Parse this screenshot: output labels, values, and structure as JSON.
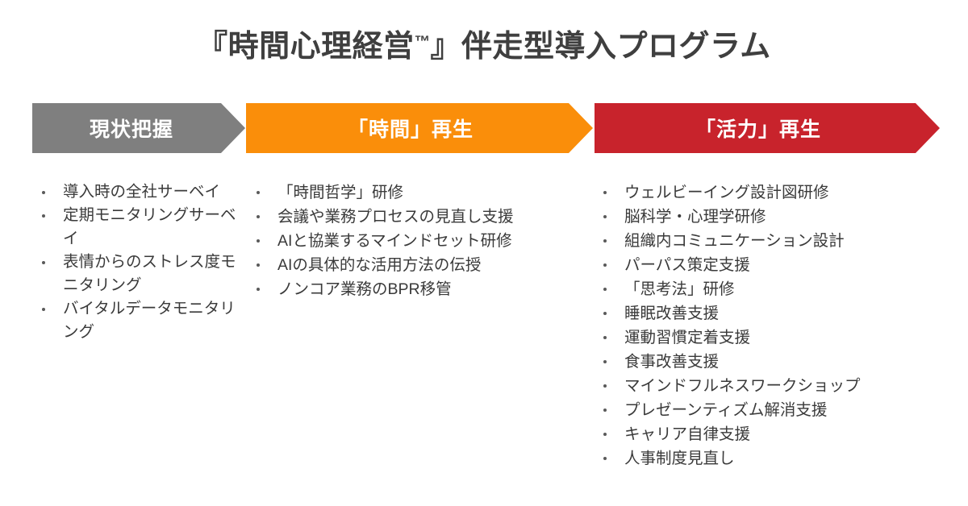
{
  "title": {
    "prefix": "『時間心理経営",
    "tm": "™",
    "suffix": "』伴走型導入プログラム",
    "full": "『時間心理経営™』伴走型導入プログラム"
  },
  "colors": {
    "phase1": "#7f7f7f",
    "phase2": "#fa8e0a",
    "phase3": "#c8232c",
    "text": "#3a3a3a",
    "title_text": "#3f3f3f",
    "background": "#ffffff"
  },
  "phases": [
    {
      "id": "phase-1",
      "label": "現状把握",
      "color": "#7f7f7f",
      "items": [
        "導入時の全社サーベイ",
        "定期モニタリングサーベイ",
        "表情からのストレス度モニタリング",
        "バイタルデータモニタリング"
      ]
    },
    {
      "id": "phase-2",
      "label": "「時間」再生",
      "color": "#fa8e0a",
      "items": [
        "「時間哲学」研修",
        "会議や業務プロセスの見直し支援",
        "AIと協業するマインドセット研修",
        "AIの具体的な活用方法の伝授",
        "ノンコア業務のBPR移管"
      ]
    },
    {
      "id": "phase-3",
      "label": "「活力」再生",
      "color": "#c8232c",
      "items": [
        "ウェルビーイング設計図研修",
        "脳科学・心理学研修",
        "組織内コミュニケーション設計",
        "パーパス策定支援",
        "「思考法」研修",
        "睡眠改善支援",
        "運動習慣定着支援",
        "食事改善支援",
        "マインドフルネスワークショップ",
        "プレゼーンティズム解消支援",
        "キャリア自律支援",
        "人事制度見直し"
      ]
    }
  ]
}
